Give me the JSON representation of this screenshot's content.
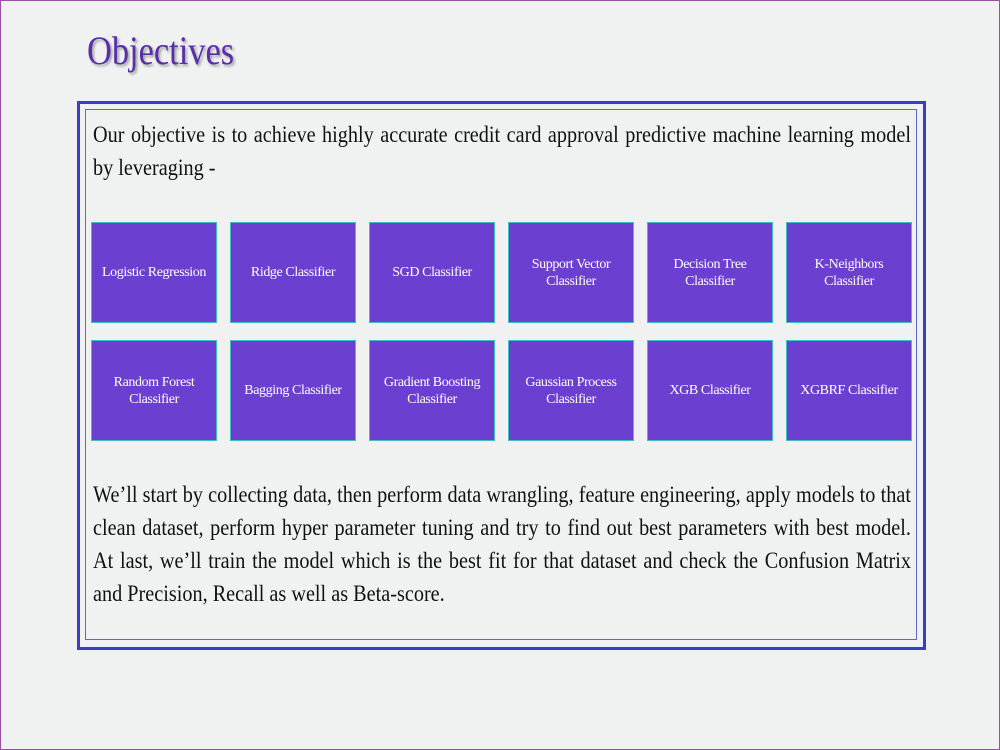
{
  "slide": {
    "title": "Objectives",
    "intro": "Our objective is to achieve highly accurate credit card approval predictive machine learning model by leveraging -",
    "models": [
      "Logistic Regression",
      "Ridge Classifier",
      "SGD Classifier",
      "Support Vector Classifier",
      "Decision Tree Classifier",
      "K-Neighbors Classifier",
      "Random Forest Classifier",
      "Bagging Classifier",
      "Gradient Boosting Classifier",
      "Gaussian Process Classifier",
      "XGB Classifier",
      "XGBRF Classifier"
    ],
    "outro": "We’ll start by collecting data, then perform data wrangling, feature engineering, apply models to that clean dataset, perform hyper parameter tuning and try to find out best parameters with best model. At last, we’ll train the model which is the best fit for that dataset and check the Confusion Matrix and Precision, Recall as well as Beta-score."
  },
  "colors": {
    "background": "#f0f2f1",
    "title": "#5a2ea8",
    "frame_border": "#3b3fbf",
    "box_fill": "#6b3fd0",
    "box_border": "#3ec0c0"
  }
}
